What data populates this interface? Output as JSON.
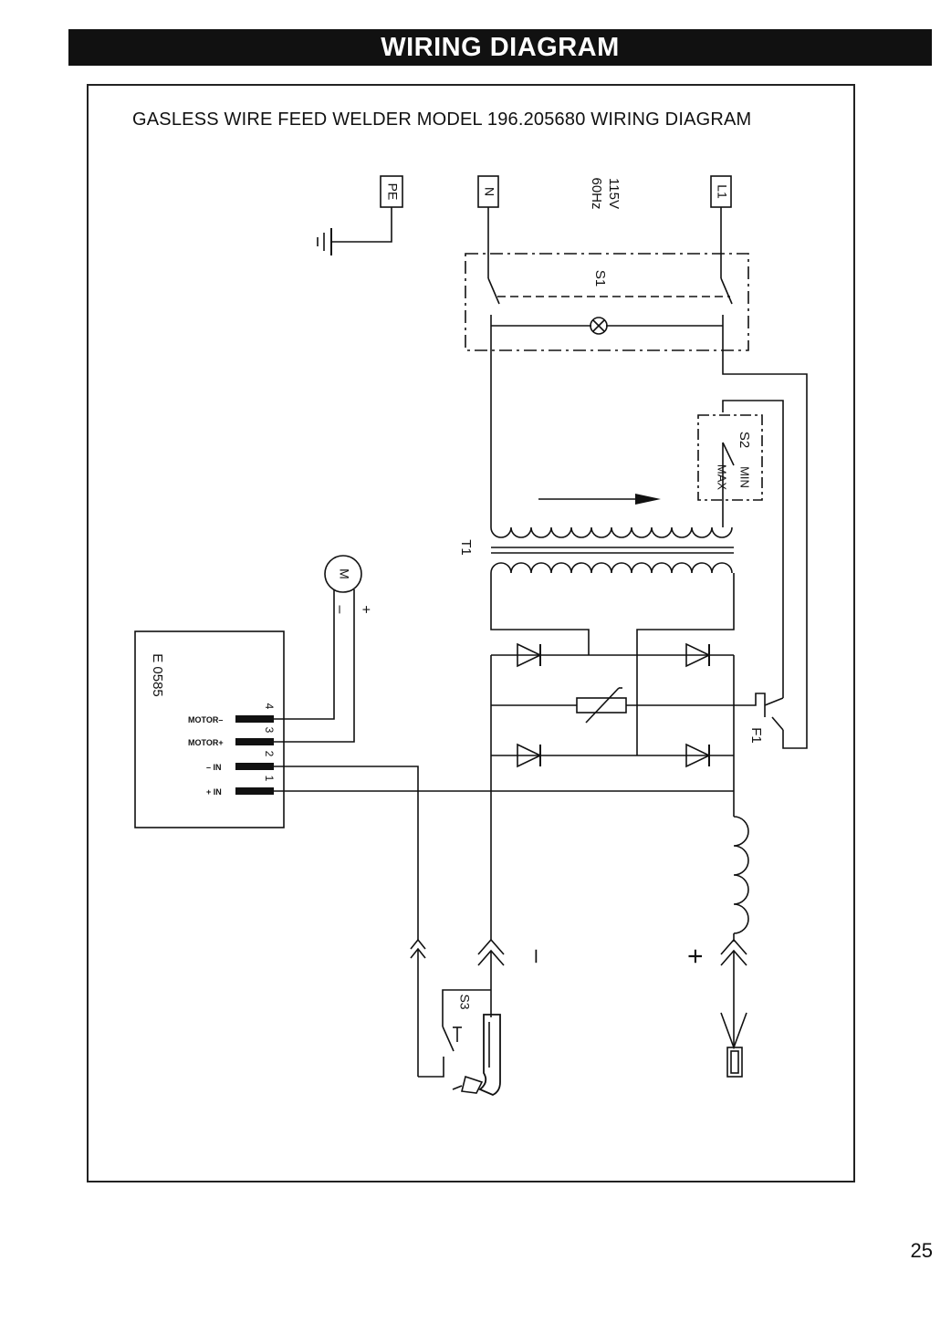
{
  "header": {
    "title": "WIRING DIAGRAM"
  },
  "diagram": {
    "title": "GASLESS WIRE FEED WELDER MODEL 196.205680 WIRING DIAGRAM",
    "terminals": {
      "pe": "PE",
      "n": "N",
      "l1": "L1"
    },
    "supply": {
      "voltage": "115V",
      "frequency": "60Hz"
    },
    "components": {
      "main_switch": "S1",
      "range_switch": "S2",
      "range_min": "MIN",
      "range_max": "MAX",
      "transformer": "T1",
      "fuse": "F1",
      "torch_switch": "S3",
      "motor": "M",
      "controller": "E 0585"
    },
    "controller_pins": [
      {
        "label": "MOTOR–",
        "number": "4"
      },
      {
        "label": "MOTOR+",
        "number": "3"
      },
      {
        "label": "– IN",
        "number": "2"
      },
      {
        "label": "+ IN",
        "number": "1"
      }
    ],
    "motor_polarity": {
      "minus": "–",
      "plus": "+"
    },
    "output_polarity": {
      "negative": "–",
      "positive": "+"
    }
  },
  "page": {
    "number": "25"
  }
}
